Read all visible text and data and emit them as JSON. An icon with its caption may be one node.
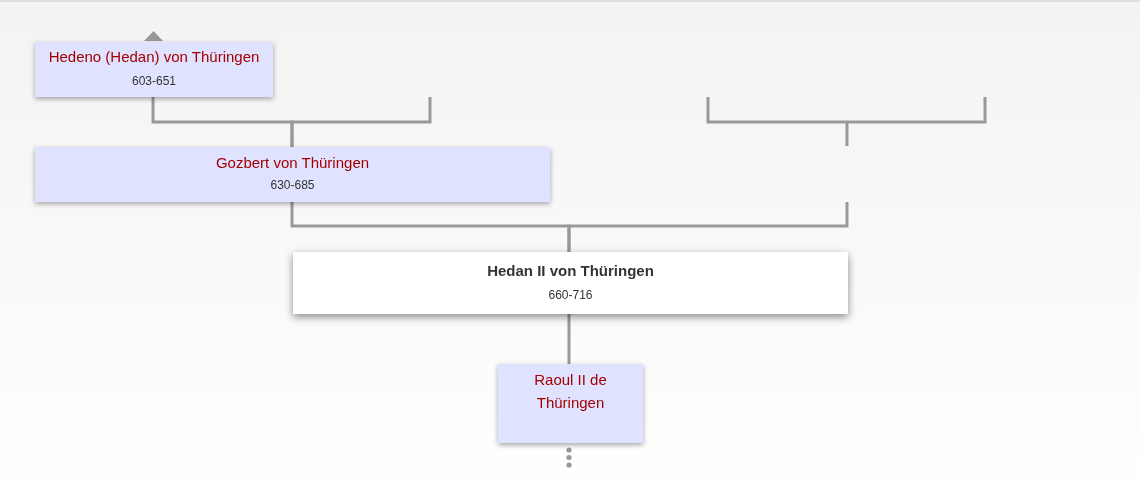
{
  "diagram": {
    "nodes": [
      {
        "text": [
          "Hedeno (Hedan) von Thüringen",
          "603-651"
        ]
      },
      {
        "text": [
          "Gozbert von Thüringen",
          "630-685"
        ]
      },
      {
        "text": [
          "Hedan II von Thüringen",
          "660-716"
        ]
      },
      {
        "text": [
          "Raoul II de Thüringen"
        ]
      }
    ],
    "edges": [
      {
        "from": 0,
        "to": 1,
        "arrow": "none"
      },
      {
        "from": null,
        "to": 1,
        "arrow": "none"
      },
      {
        "from": 1,
        "to": 2,
        "arrow": "none"
      },
      {
        "from": null,
        "to": 2,
        "arrow": "none"
      },
      {
        "from": 2,
        "to": 3,
        "arrow": "none"
      }
    ]
  }
}
